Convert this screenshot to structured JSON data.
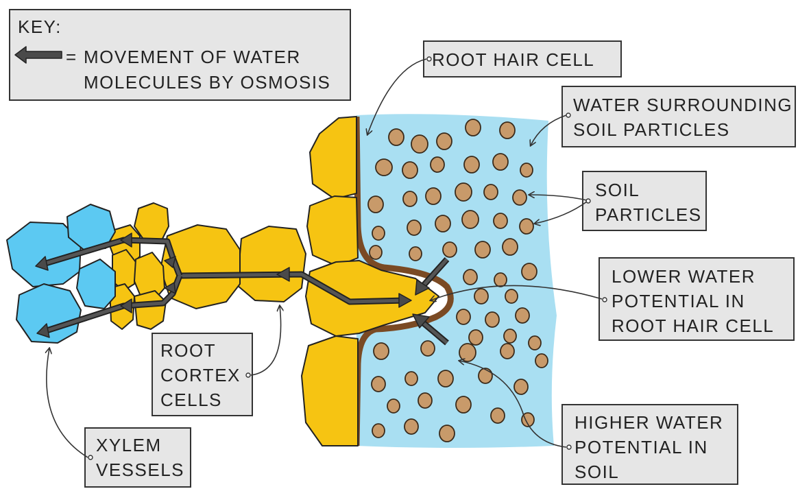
{
  "key": {
    "title": "KEY:",
    "equals": "=",
    "line1": "MOVEMENT OF WATER",
    "line2": "MOLECULES BY OSMOSIS"
  },
  "labels": {
    "root_hair_cell": [
      "ROOT HAIR CELL"
    ],
    "water_surrounding": [
      "WATER SURROUNDING",
      "SOIL PARTICLES"
    ],
    "soil_particles": [
      "SOIL",
      "PARTICLES"
    ],
    "lower_water_potential": [
      "LOWER WATER",
      "POTENTIAL IN",
      "ROOT HAIR CELL"
    ],
    "higher_water_potential": [
      "HIGHER WATER",
      "POTENTIAL IN",
      "SOIL"
    ],
    "root_cortex_cells": [
      "ROOT",
      "CORTEX",
      "CELLS"
    ],
    "xylem_vessels": [
      "XYLEM",
      "VESSELS"
    ]
  },
  "colors": {
    "water": "#a9dff2",
    "cortex_cell": "#f6c412",
    "xylem": "#5cc9f2",
    "soil_particle": "#c89a6a",
    "cell_wall": "#7a4a24",
    "arrow": "#4a4a4a"
  }
}
